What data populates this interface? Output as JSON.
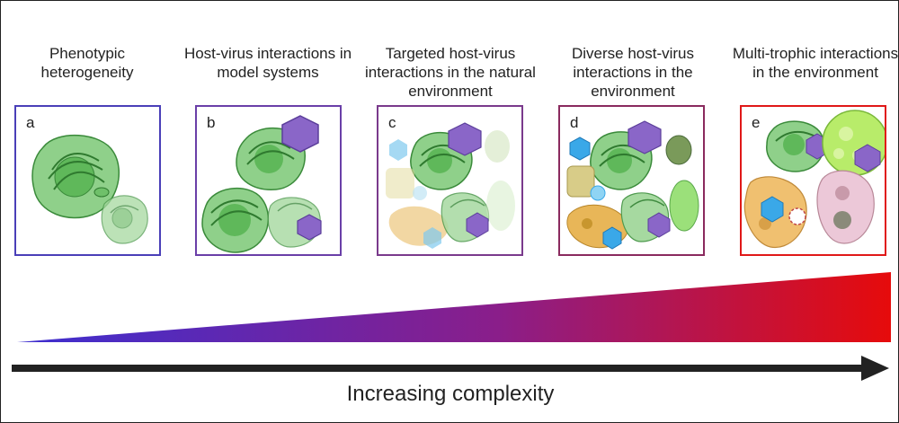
{
  "panels": [
    {
      "id": "a",
      "label": "a",
      "heading": "Phenotypic heterogeneity",
      "border_color": "#4a3fb8"
    },
    {
      "id": "b",
      "label": "b",
      "heading": "Host-virus interactions in model systems",
      "border_color": "#6a3fa8"
    },
    {
      "id": "c",
      "label": "c",
      "heading": "Targeted host-virus interactions in the natural environment",
      "border_color": "#7a3a8c"
    },
    {
      "id": "d",
      "label": "d",
      "heading": "Diverse host-virus interactions in the environment",
      "border_color": "#8a2a5e"
    },
    {
      "id": "e",
      "label": "e",
      "heading": "Multi-trophic interactions in the environment",
      "border_color": "#e01818"
    }
  ],
  "axis": {
    "label": "Increasing complexity"
  },
  "gradient": {
    "start_color": "#3d2fd0",
    "mid_color": "#8a1e8a",
    "end_color": "#e60b0b"
  },
  "colors": {
    "cell_fill": "#8fd08a",
    "cell_stroke": "#3a8a3a",
    "virus": "#8a66c8",
    "virus_stroke": "#5b3e9a",
    "pale_virus": "#7fc9ee",
    "amoeba": "#e8b658",
    "ciliate": "#9be07a",
    "flagellate": "#e8c4d4",
    "diatom": "#e4dca0"
  }
}
